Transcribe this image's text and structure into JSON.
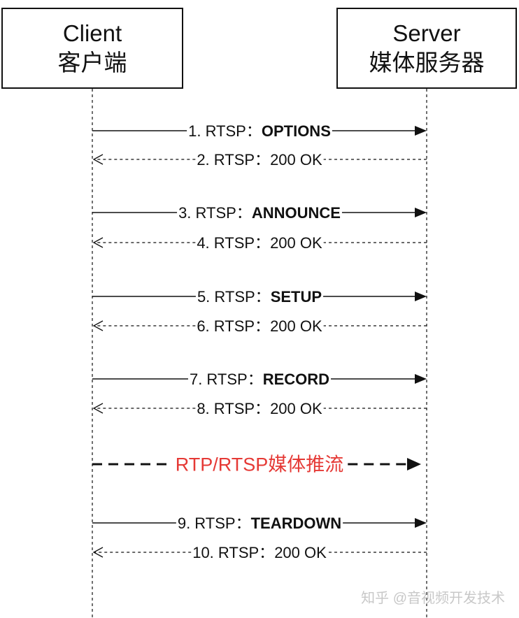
{
  "participants": {
    "client": {
      "line1": "Client",
      "line2": "客户端"
    },
    "server": {
      "line1": "Server",
      "line2": "媒体服务器"
    }
  },
  "messages": [
    {
      "prefix": "1. RTSP：",
      "keyword": "OPTIONS",
      "direction": "request"
    },
    {
      "prefix": "2. RTSP：",
      "keyword": "200 OK",
      "direction": "response"
    },
    {
      "prefix": "3. RTSP：",
      "keyword": "ANNOUNCE",
      "direction": "request"
    },
    {
      "prefix": "4. RTSP：",
      "keyword": "200 OK",
      "direction": "response"
    },
    {
      "prefix": "5. RTSP：",
      "keyword": "SETUP",
      "direction": "request"
    },
    {
      "prefix": "6. RTSP：",
      "keyword": "200 OK",
      "direction": "response"
    },
    {
      "prefix": "7. RTSP：",
      "keyword": "RECORD",
      "direction": "request"
    },
    {
      "prefix": "8. RTSP：",
      "keyword": "200 OK",
      "direction": "response"
    },
    {
      "prefix": "",
      "keyword": "RTP/RTSP媒体推流",
      "direction": "stream"
    },
    {
      "prefix": "9. RTSP：",
      "keyword": "TEARDOWN",
      "direction": "request"
    },
    {
      "prefix": "10. RTSP：",
      "keyword": "200 OK",
      "direction": "response"
    }
  ],
  "watermark": "知乎 @音视频开发技术",
  "colors": {
    "line": "#111111",
    "stream": "#e53935"
  }
}
